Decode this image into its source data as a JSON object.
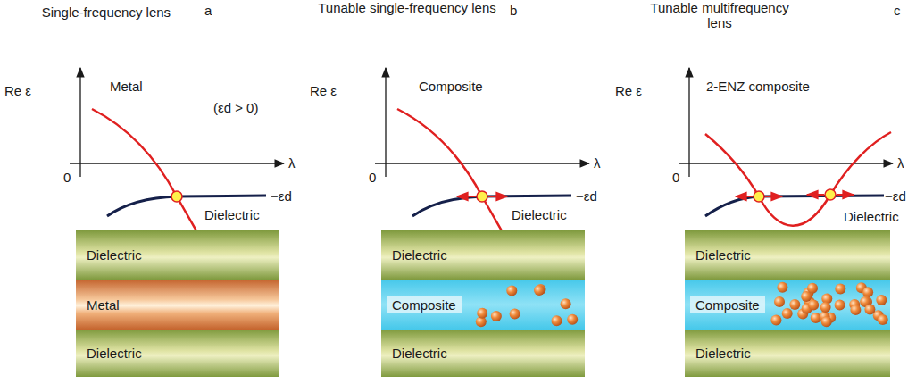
{
  "diagram": {
    "nodes": [
      {
        "text": [
          "Dielectric"
        ]
      },
      {
        "text": [
          "Metal"
        ]
      },
      {
        "text": [
          "Dielectric"
        ]
      },
      {
        "text": [
          "Dielectric"
        ]
      },
      {
        "text": [
          "Composite"
        ]
      },
      {
        "text": [
          "Dielectric"
        ]
      },
      {
        "text": [
          "Dielectric"
        ]
      },
      {
        "text": [
          "Composite"
        ]
      },
      {
        "text": [
          "Dielectric"
        ]
      }
    ],
    "labels": [
      "Single-frequency lens",
      "a",
      "Re ε",
      "Metal",
      "(εd > 0)",
      "λ",
      "0",
      "−εd",
      "Dielectric",
      "Tunable single-frequency lens",
      "b",
      "Re ε",
      "Composite",
      "λ",
      "0",
      "−εd",
      "Dielectric",
      "Tunable multifrequency lens",
      "c",
      "Re ε",
      "2-ENZ composite",
      "λ",
      "0",
      "−εd",
      "Dielectric"
    ]
  }
}
